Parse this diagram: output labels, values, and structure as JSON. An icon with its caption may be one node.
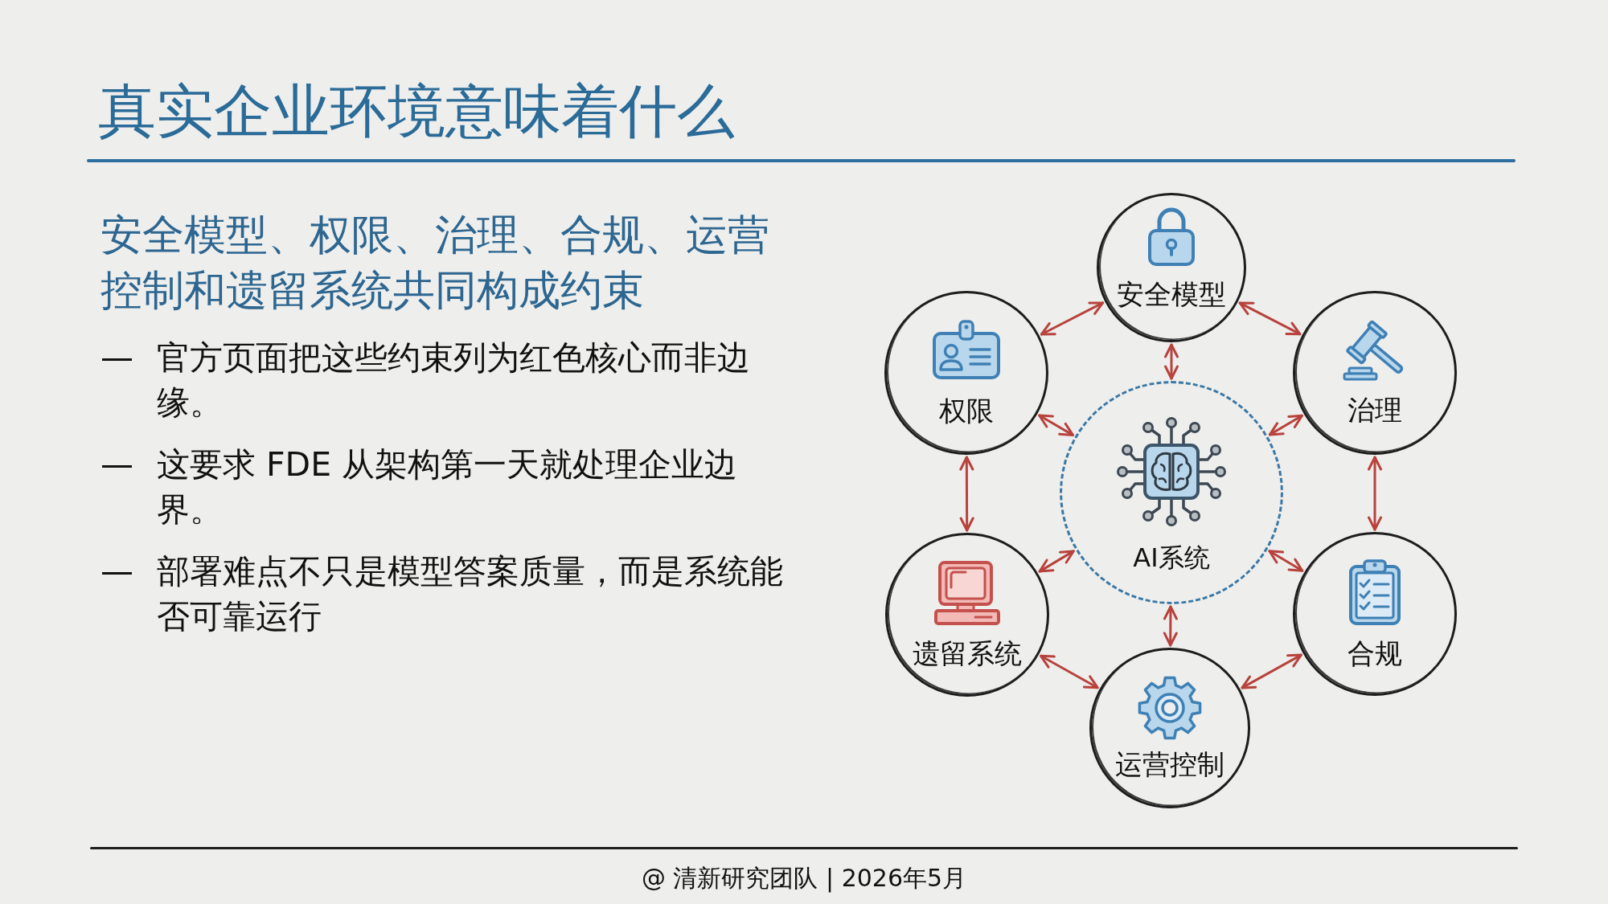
{
  "diagram": {
    "title": "真实企业环境意味着什么",
    "nodes": [
      {
        "text": [
          "安全模型"
        ]
      },
      {
        "text": [
          "权限"
        ]
      },
      {
        "text": [
          "治理"
        ]
      },
      {
        "text": [
          "AI系统"
        ]
      },
      {
        "text": [
          "遗留系统"
        ]
      },
      {
        "text": [
          "合规"
        ]
      },
      {
        "text": [
          "运营控制"
        ]
      }
    ],
    "edges": [
      {
        "from": 0,
        "to": 1,
        "arrow": "both"
      },
      {
        "from": 0,
        "to": 2,
        "arrow": "both"
      },
      {
        "from": 0,
        "to": 3,
        "arrow": "both"
      },
      {
        "from": 1,
        "to": 3,
        "arrow": "both"
      },
      {
        "from": 2,
        "to": 3,
        "arrow": "both"
      },
      {
        "from": 1,
        "to": 4,
        "arrow": "both"
      },
      {
        "from": 2,
        "to": 5,
        "arrow": "both"
      },
      {
        "from": 3,
        "to": 4,
        "arrow": "both"
      },
      {
        "from": 3,
        "to": 5,
        "arrow": "both"
      },
      {
        "from": 3,
        "to": 6,
        "arrow": "both"
      },
      {
        "from": 4,
        "to": 6,
        "arrow": "both"
      },
      {
        "from": 5,
        "to": 6,
        "arrow": "both"
      }
    ],
    "labels": [
      "安全模型、权限、治理、合规、运营控制和遗留系统共同构成约束",
      "—",
      "官方页面把这些约束列为红色核心而非边缘。",
      "—",
      "这要求 FDE 从架构第一天就处理企业边界。",
      "—",
      "部署难点不只是模型答案质量，而是系统能否可靠运行",
      "@ 清新研究团队 | 2026年5月"
    ]
  }
}
